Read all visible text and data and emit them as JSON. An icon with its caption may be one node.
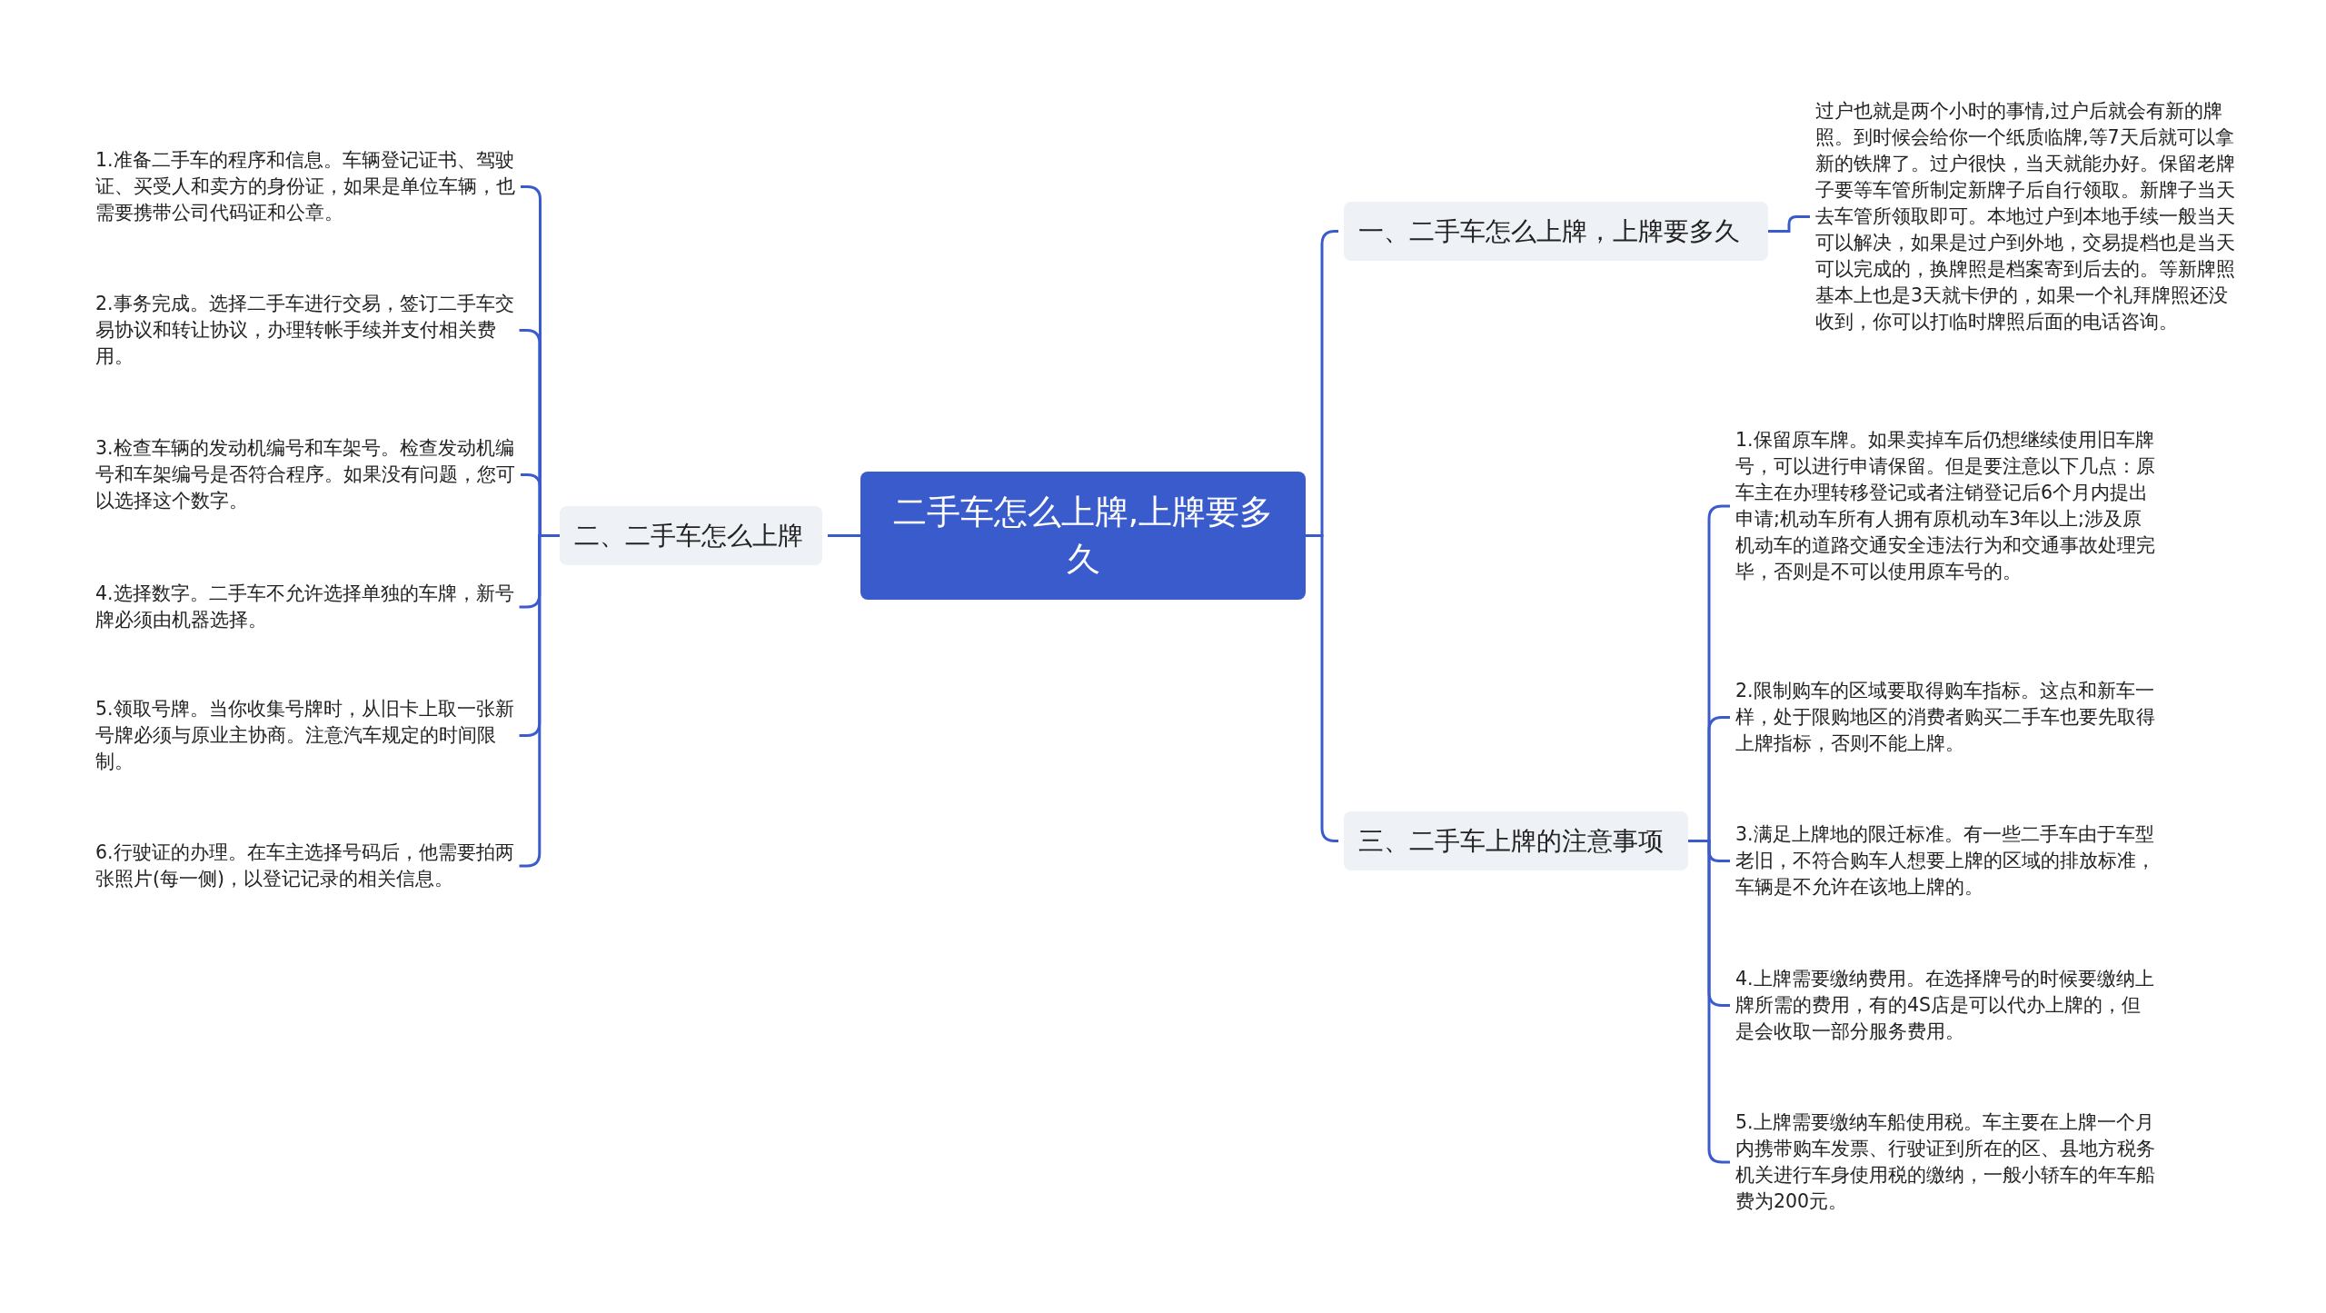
{
  "diagram": {
    "nodes": [
      {
        "text": [
          "二手车怎么上牌,上牌要多久"
        ]
      },
      {
        "text": [
          "一、二手车怎么上牌，上牌要多久"
        ]
      },
      {
        "text": [
          "过户也就是两个小时的事情,过户后就会有新的牌照。到时候会给你一个纸质临牌,等7天后就可以拿新的铁牌了。过户很快，当天就能办好。保留老牌子要等车管所制定新牌子后自行领取。新牌子当天去车管所领取即可。本地过户到本地手续一般当天可以解决，如果是过户到外地，交易提档也是当天可以完成的，换牌照是档案寄到后去的。等新牌照基本上也是3天就卡伊的，如果一个礼拜牌照还没收到，你可以打临时牌照后面的电话咨询。"
        ]
      },
      {
        "text": [
          "二、二手车怎么上牌"
        ]
      },
      {
        "text": [
          "1.准备二手车的程序和信息。车辆登记证书、驾驶证、买受人和卖方的身份证，如果是单位车辆，也需要携带公司代码证和公章。"
        ]
      },
      {
        "text": [
          "2.事务完成。选择二手车进行交易，签订二手车交易协议和转让协议，办理转帐手续并支付相关费用。"
        ]
      },
      {
        "text": [
          "3.检查车辆的发动机编号和车架号。检查发动机编号和车架编号是否符合程序。如果没有问题，您可以选择这个数字。"
        ]
      },
      {
        "text": [
          "4.选择数字。二手车不允许选择单独的车牌，新号牌必须由机器选择。"
        ]
      },
      {
        "text": [
          "5.领取号牌。当你收集号牌时，从旧卡上取一张新号牌必须与原业主协商。注意汽车规定的时间限制。"
        ]
      },
      {
        "text": [
          "6.行驶证的办理。在车主选择号码后，他需要拍两张照片(每一侧)，以登记记录的相关信息。"
        ]
      },
      {
        "text": [
          "三、二手车上牌的注意事项"
        ]
      },
      {
        "text": [
          "1.保留原车牌。如果卖掉车后仍想继续使用旧车牌号，可以进行申请保留。但是要注意以下几点：原车主在办理转移登记或者注销登记后6个月内提出申请;机动车所有人拥有原机动车3年以上;涉及原机动车的道路交通安全违法行为和交通事故处理完毕，否则是不可以使用原车号的。"
        ]
      },
      {
        "text": [
          "2.限制购车的区域要取得购车指标。这点和新车一样，处于限购地区的消费者购买二手车也要先取得上牌指标，否则不能上牌。"
        ]
      },
      {
        "text": [
          "3.满足上牌地的限迁标准。有一些二手车由于车型老旧，不符合购车人想要上牌的区域的排放标准，车辆是不允许在该地上牌的。"
        ]
      },
      {
        "text": [
          "4.上牌需要缴纳费用。在选择牌号的时候要缴纳上牌所需的费用，有的4S店是可以代办上牌的，但是会收取一部分服务费用。"
        ]
      },
      {
        "text": [
          "5.上牌需要缴纳车船使用税。车主要在上牌一个月内携带购车发票、行驶证到所在的区、县地方税务机关进行车身使用税的缴纳，一般小轿车的年车船费为200元。"
        ]
      }
    ],
    "edges": [
      {
        "from": 0,
        "to": 1,
        "arrow": "none"
      },
      {
        "from": 1,
        "to": 2,
        "arrow": "none"
      },
      {
        "from": 0,
        "to": 3,
        "arrow": "none"
      },
      {
        "from": 3,
        "to": 4,
        "arrow": "none"
      },
      {
        "from": 3,
        "to": 5,
        "arrow": "none"
      },
      {
        "from": 3,
        "to": 6,
        "arrow": "none"
      },
      {
        "from": 3,
        "to": 7,
        "arrow": "none"
      },
      {
        "from": 3,
        "to": 8,
        "arrow": "none"
      },
      {
        "from": 3,
        "to": 9,
        "arrow": "none"
      },
      {
        "from": 0,
        "to": 10,
        "arrow": "none"
      },
      {
        "from": 10,
        "to": 11,
        "arrow": "none"
      },
      {
        "from": 10,
        "to": 12,
        "arrow": "none"
      },
      {
        "from": 10,
        "to": 13,
        "arrow": "none"
      },
      {
        "from": 10,
        "to": 14,
        "arrow": "none"
      },
      {
        "from": 10,
        "to": 15,
        "arrow": "none"
      }
    ]
  }
}
